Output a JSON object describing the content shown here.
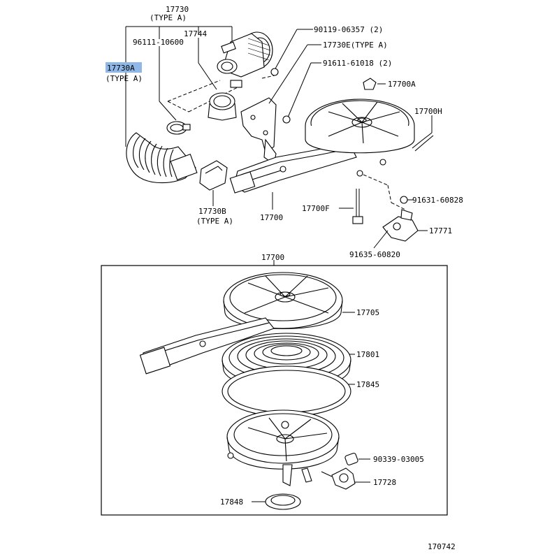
{
  "highlight_color": "#8fb8e8",
  "callouts": {
    "p17730": "17730",
    "p17730_type": "(TYPE A)",
    "p17744": "17744",
    "p96111": "96111-10600",
    "p17730A": "17730A",
    "p17730A_type": "(TYPE A)",
    "p90119": "90119-06357 (2)",
    "p17730E": "17730E(TYPE  A)",
    "p91611": "91611-61018 (2)",
    "p17700A": "17700A",
    "p17700H": "17700H",
    "p17730B": "17730B",
    "p17730B_type": "(TYPE  A)",
    "p17700_top": "17700",
    "p17700F": "17700F",
    "p91631": "91631-60828",
    "p17771": "17771",
    "p91635": "91635-60820",
    "p17700_box": "17700",
    "p17705": "17705",
    "p17801": "17801",
    "p17845": "17845",
    "p90339": "90339-03005",
    "p17728": "17728",
    "p17848": "17848"
  },
  "figure_number": "170742"
}
